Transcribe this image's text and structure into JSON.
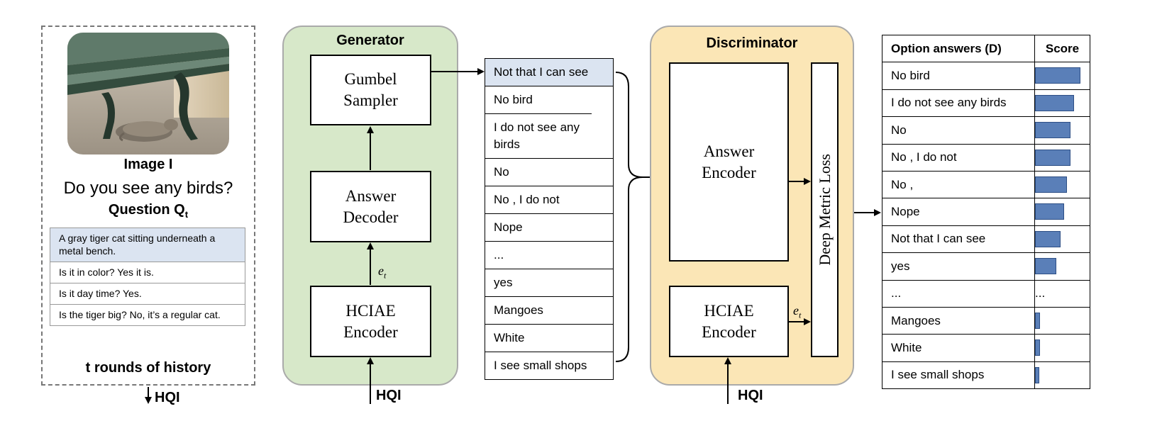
{
  "input": {
    "image_label": "Image I",
    "question": "Do you see any birds?",
    "question_label": "Question Q",
    "question_subscript": "t",
    "history": [
      "A gray tiger cat sitting underneath a metal bench.",
      "Is it in color? Yes it is.",
      "Is it day time? Yes.",
      "Is the tiger big? No, it’s a  regular cat."
    ],
    "history_label": "t rounds of history",
    "hqi": "HQI"
  },
  "generator": {
    "title": "Generator",
    "sampler": "Gumbel Sampler",
    "decoder": "Answer Decoder",
    "encoder": "HCIAE Encoder",
    "embedding": "e",
    "embedding_sub": "t",
    "hqi": "HQI"
  },
  "candidates": [
    "Not that I can see",
    "No bird",
    "I do not see any birds",
    "No",
    "No , I do not",
    "Nope",
    "...",
    "yes",
    "Mangoes",
    "White",
    "I see small shops"
  ],
  "discriminator": {
    "title": "Discriminator",
    "answer_encoder": "Answer Encoder",
    "encoder": "HCIAE Encoder",
    "loss": "Deep Metric Loss",
    "embedding": "e",
    "embedding_sub": "t",
    "hqi": "HQI"
  },
  "score_table": {
    "header_option": "Option answers (D)",
    "header_score": "Score",
    "rows": [
      {
        "option": "No bird",
        "score": 0.85
      },
      {
        "option": "I do not see any birds",
        "score": 0.73
      },
      {
        "option": "No",
        "score": 0.67
      },
      {
        "option": "No , I do not",
        "score": 0.67
      },
      {
        "option": "No ,",
        "score": 0.6
      },
      {
        "option": "Nope",
        "score": 0.54
      },
      {
        "option": "Not that I can see",
        "score": 0.48
      },
      {
        "option": "yes",
        "score": 0.4
      },
      {
        "option": "...",
        "score": null,
        "score_text": "..."
      },
      {
        "option": "Mangoes",
        "score": 0.09
      },
      {
        "option": "White",
        "score": 0.09
      },
      {
        "option": "I see small shops",
        "score": 0.08
      }
    ]
  },
  "colors": {
    "generator_bg": "#d7e8c9",
    "discriminator_bg": "#fbe6b6",
    "highlight_row": "#dbe4f1",
    "bar": "#5a7fb8"
  }
}
